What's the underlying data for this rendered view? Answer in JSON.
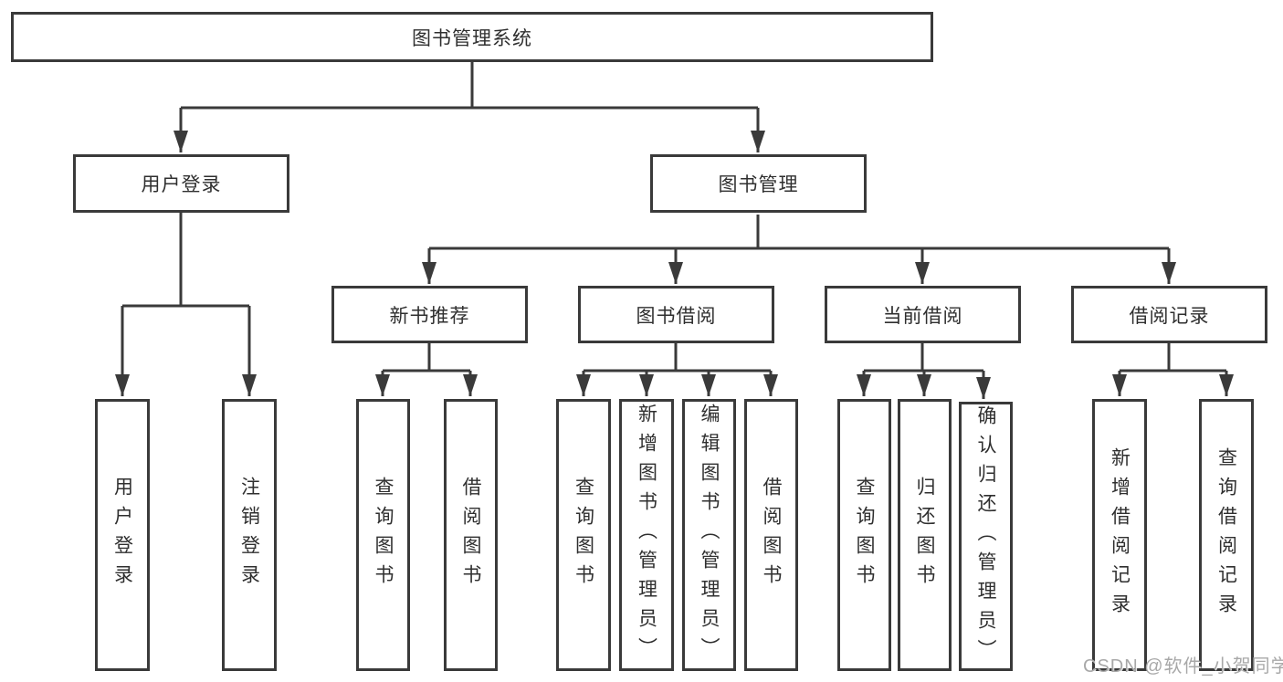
{
  "colors": {
    "line": "#3a3a3a",
    "box_fill": "#ffffff",
    "text": "#2f2f2f",
    "watermark": "#a8a8a8",
    "background": "#ffffff"
  },
  "watermark": "CSDN @软件_小贺同学",
  "diagram": {
    "root": {
      "label": "图书管理系统"
    },
    "branches": [
      {
        "label": "用户登录",
        "children": [
          {
            "label": "用户登录"
          },
          {
            "label": "注销登录"
          }
        ]
      },
      {
        "label": "图书管理",
        "children": [
          {
            "label": "新书推荐",
            "children": [
              {
                "label": "查询图书"
              },
              {
                "label": "借阅图书"
              }
            ]
          },
          {
            "label": "图书借阅",
            "children": [
              {
                "label": "查询图书"
              },
              {
                "label": "新增图书（管理员）"
              },
              {
                "label": "编辑图书（管理员）"
              },
              {
                "label": "借阅图书"
              }
            ]
          },
          {
            "label": "当前借阅",
            "children": [
              {
                "label": "查询图书"
              },
              {
                "label": "归还图书"
              },
              {
                "label": "确认归还（管理员）"
              }
            ]
          },
          {
            "label": "借阅记录",
            "children": [
              {
                "label": "新增借阅记录"
              },
              {
                "label": "查询借阅记录"
              }
            ]
          }
        ]
      }
    ]
  }
}
